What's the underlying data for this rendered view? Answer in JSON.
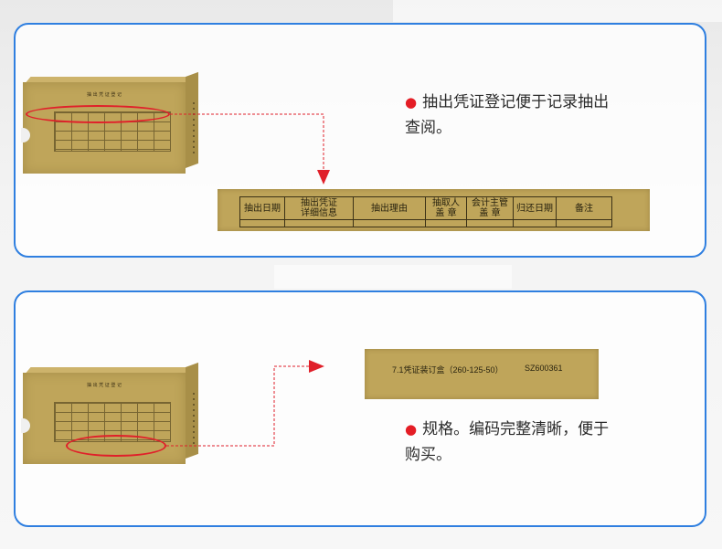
{
  "panel1": {
    "box_title": "抽 出 凭 证 登 记",
    "bullet_text": "抽出凭证登记便于记录抽出查阅。",
    "table_headers": [
      "抽出日期",
      "抽出凭证\n详细信息",
      "抽出理由",
      "抽取人\n盖 章",
      "会计主管\n盖 章",
      "归还日期",
      "备注"
    ]
  },
  "panel2": {
    "box_title": "抽 出 凭 证 登 记",
    "spec_label": "7.1凭证装订盒（260-125-50）",
    "code_label": "SZ600361",
    "bullet_text": "规格。编码完整清晰，便于购买。"
  },
  "colors": {
    "accent_red": "#e41d25",
    "panel_border": "#2f7fe0",
    "kraft": "#bfa55a"
  }
}
